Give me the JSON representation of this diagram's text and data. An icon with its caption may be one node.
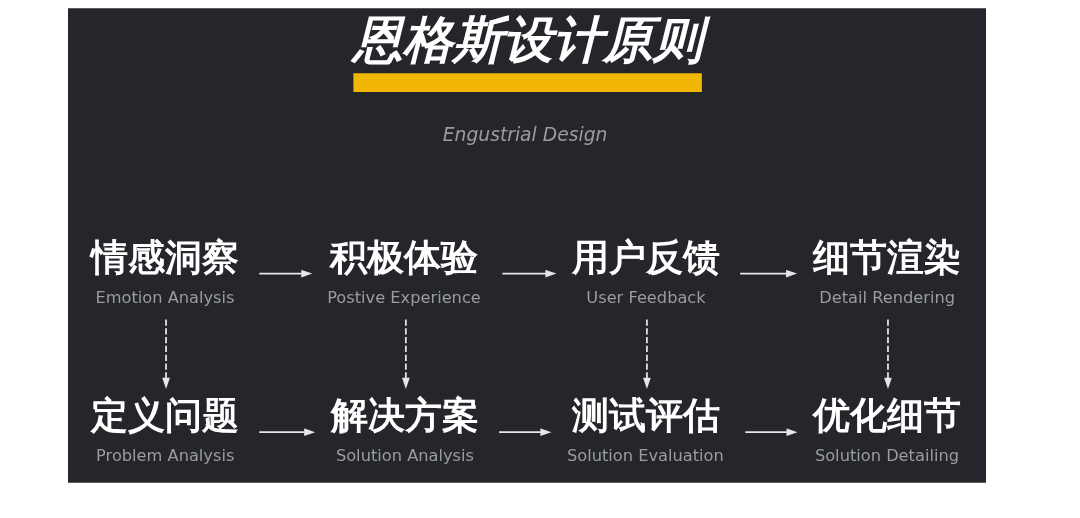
{
  "diagram": {
    "title": "恩格斯设计原则",
    "nodes": [
      {
        "text": [
          "情感洞察",
          "Emotion Analysis"
        ]
      },
      {
        "text": [
          "积极体验",
          "Postive Experience"
        ]
      },
      {
        "text": [
          "用户反馈",
          "User Feedback"
        ]
      },
      {
        "text": [
          "细节渲染",
          "Detail Rendering"
        ]
      },
      {
        "text": [
          "定义问题",
          "Problem Analysis"
        ]
      },
      {
        "text": [
          "解决方案",
          "Solution Analysis"
        ]
      },
      {
        "text": [
          "测试评估",
          "Solution Evaluation"
        ]
      },
      {
        "text": [
          "优化细节",
          "Solution Detailing"
        ]
      }
    ],
    "edges": [
      {
        "from": 0,
        "to": 1,
        "arrow": "to"
      },
      {
        "from": 1,
        "to": 2,
        "arrow": "to"
      },
      {
        "from": 2,
        "to": 3,
        "arrow": "to"
      },
      {
        "from": 0,
        "to": 4,
        "arrow": "to",
        "style": "dashed"
      },
      {
        "from": 1,
        "to": 5,
        "arrow": "to",
        "style": "dashed"
      },
      {
        "from": 2,
        "to": 6,
        "arrow": "to",
        "style": "dashed"
      },
      {
        "from": 3,
        "to": 7,
        "arrow": "to",
        "style": "dashed"
      },
      {
        "from": 4,
        "to": 5,
        "arrow": "to"
      },
      {
        "from": 5,
        "to": 6,
        "arrow": "to"
      },
      {
        "from": 6,
        "to": 7,
        "arrow": "to"
      }
    ],
    "labels": [
      "Engustrial Design"
    ]
  }
}
